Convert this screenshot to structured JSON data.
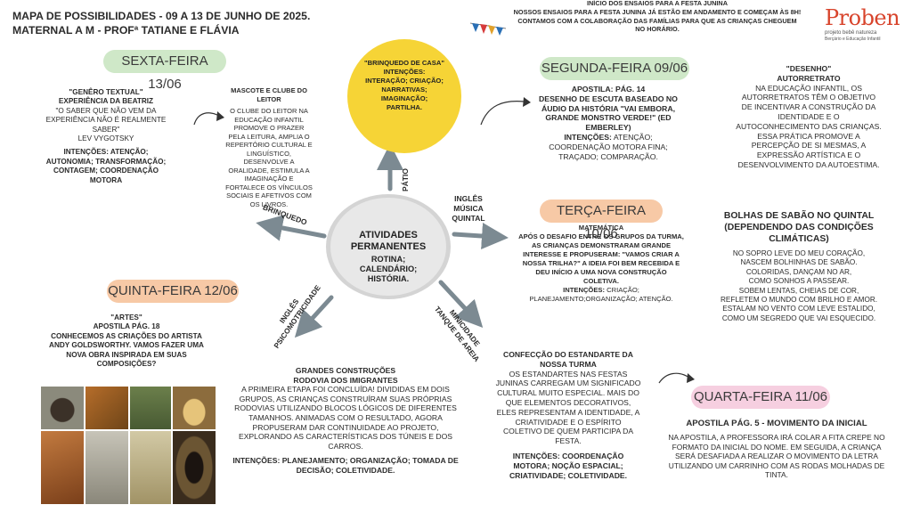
{
  "header": {
    "title_line1": "MAPA DE POSSIBILIDADES - 09 A 13 DE JUNHO DE 2025.",
    "title_line2": "MATERNAL A M - PROFª TATIANE E FLÁVIA",
    "notice_line1": "INÍCIO DOS ENSAIOS PARA A FESTA JUNINA",
    "notice_line2": "NOSSOS ENSAIOS PARA A FESTA JUNINA JÁ ESTÃO EM ANDAMENTO E COMEÇAM ÀS 8H!",
    "notice_line3": "CONTAMOS COM A COLABORAÇÃO DAS FAMÍLIAS PARA QUE AS CRIANÇAS CHEGUEM",
    "notice_line4": "NO HORÁRIO.",
    "logo_text": "Proben",
    "logo_sub1": "projeto bebê natureza",
    "logo_sub2": "Berçário e Educação Infantil"
  },
  "center": {
    "title": "ATIVIDADES PERMANENTES",
    "sub": "ROTINA; CALENDÁRIO; HISTÓRIA.",
    "labels": {
      "patio": "PÁTIO",
      "brinquedo": "BRINQUEDO",
      "ingles_quintal_1": "INGLÊS",
      "ingles_quintal_2": "MÚSICA",
      "ingles_quintal_3": "QUINTAL",
      "minicidade_1": "MINICIDADE",
      "minicidade_2": "TANQUE DE AREIA",
      "psico_1": "INGLÊS",
      "psico_2": "PSICOMOTRICIDADE"
    }
  },
  "yellow_circle": {
    "title": "\"BRINQUEDO DE CASA\"",
    "l1": "INTENÇÕES:",
    "l2": "INTERAÇÃO; CRIAÇÃO;",
    "l3": "NARRATIVAS;",
    "l4": "IMAGINAÇÃO;",
    "l5": "PARTILHA."
  },
  "friday": {
    "pill": "SEXTA-FEIRA 13/06",
    "genre_title": "\"GENÊRO TEXTUAL\"",
    "genre_sub": "EXPERIÊNCIA DA BEATRIZ",
    "quote": "\"O SABER QUE NÃO VEM DA EXPERIÊNCIA NÃO É REALMENTE SABER\"",
    "author": "LEV VYGOTSKY",
    "intentions": "INTENÇÕES: ATENÇÃO; AUTONOMIA; TRANSFORMAÇÃO; CONTAGEM; COORDENAÇÃO MOTORA",
    "club_title": "MASCOTE E CLUBE DO LEITOR",
    "club_text": "O CLUBE DO LEITOR NA EDUCAÇÃO INFANTIL PROMOVE O PRAZER PELA LEITURA, AMPLIA O REPERTÓRIO CULTURAL E LINGUÍSTICO, DESENVOLVE A ORALIDADE, ESTIMULA A IMAGINAÇÃO E FORTALECE OS VÍNCULOS SOCIAIS E AFETIVOS COM OS LIVROS."
  },
  "thursday": {
    "pill": "QUINTA-FEIRA 12/06",
    "arts_title": "\"ARTES\"",
    "arts_sub": "APOSTILA PÁG. 18",
    "arts_text": "CONHECEMOS AS CRIAÇÕES DO ARTISTA ANDY GOLDSWORTHY. VAMOS FAZER UMA NOVA OBRA INSPIRADA EM SUAS COMPOSIÇÕES?",
    "build_title": "GRANDES CONSTRUÇÕES",
    "build_sub": "RODOVIA DOS IMIGRANTES",
    "build_text": "A PRIMEIRA ETAPA FOI CONCLUÍDA! DIVIDIDAS EM DOIS GRUPOS, AS CRIANÇAS CONSTRUÍRAM SUAS PRÓPRIAS RODOVIAS UTILIZANDO BLOCOS LÓGICOS DE DIFERENTES TAMANHOS. ANIMADAS COM O RESULTADO, AGORA PROPUSERAM DAR CONTINUIDADE AO PROJETO, EXPLORANDO AS CARACTERÍSTICAS DOS TÚNEIS E DOS CARROS.",
    "build_intentions": "INTENÇÕES: PLANEJAMENTO; ORGANIZAÇÃO; TOMADA DE DECISÃO; COLETIVIDADE."
  },
  "monday": {
    "pill": "SEGUNDA-FEIRA 09/06",
    "apostila": "APOSTILA: PÁG. 14",
    "title": "DESENHO DE ESCUTA BASEADO NO ÁUDIO DA HISTÓRIA \"VAI EMBORA, GRANDE MONSTRO VERDE!\" (ED EMBERLEY)",
    "intentions_label": "INTENÇÕES:",
    "intentions": "ATENÇÃO; COORDENAÇÃO MOTORA FINA; TRAÇADO; COMPARAÇÃO.",
    "drawing_title": "\"DESENHO\"",
    "drawing_sub": "AUTORRETRATO",
    "drawing_text": "NA EDUCAÇÃO INFANTIL, OS AUTORRETRATOS TÊM O OBJETIVO DE INCENTIVAR A CONSTRUÇÃO DA IDENTIDADE E O AUTOCONHECIMENTO DAS CRIANÇAS. ESSA PRÁTICA PROMOVE A PERCEPÇÃO DE SI MESMAS, A EXPRESSÃO ARTÍSTICA E O DESENVOLVIMENTO DA AUTOESTIMA."
  },
  "tuesday": {
    "pill": "TERÇA-FEIRA 10/06",
    "math_title": "MATEMÁTICA",
    "math_text": "APÓS O DESAFIO ENTRE OS GRUPOS DA TURMA, AS CRIANÇAS DEMONSTRARAM GRANDE INTERESSE E PROPUSERAM: \"VAMOS CRIAR A NOSSA TRILHA?\" A IDEIA FOI BEM RECEBIDA E DEU INÍCIO A UMA NOVA CONSTRUÇÃO COLETIVA.",
    "math_intentions_label": "INTENÇÕES:",
    "math_intentions": "CRIAÇÃO; PLANEJAMENTO;ORGANIZAÇÃO; ATENÇÃO.",
    "bubbles_title": "BOLHAS DE SABÃO NO QUINTAL (DEPENDENDO DAS CONDIÇÕES CLIMÁTICAS)",
    "poem": [
      "NO SOPRO LEVE DO MEU CORAÇÃO,",
      "NASCEM BOLHINHAS DE SABÃO.",
      "COLORIDAS, DANÇAM NO AR,",
      "COMO SONHOS A PASSEAR.",
      "SOBEM LENTAS, CHEIAS DE COR,",
      "REFLETEM O MUNDO COM BRILHO E AMOR.",
      "ESTALAM NO VENTO COM LEVE ESTALIDO,",
      "COMO UM SEGREDO QUE VAI ESQUECIDO."
    ]
  },
  "wednesday": {
    "pill": "QUARTA-FEIRA  11/06",
    "banner_title": "CONFECÇÃO DO ESTANDARTE DA NOSSA TURMA",
    "banner_text": "OS ESTANDARTES NAS FESTAS JUNINAS CARREGAM UM SIGNIFICADO CULTURAL MUITO ESPECIAL. MAIS DO QUE ELEMENTOS DECORATIVOS, ELES REPRESENTAM A IDENTIDADE, A CRIATIVIDADE E O ESPÍRITO COLETIVO DE QUEM PARTICIPA DA FESTA.",
    "banner_intentions": "INTENÇÕES: COORDENAÇÃO MOTORA; NOÇÃO ESPACIAL; CRIATIVIDADE; COLETIVIDADE.",
    "apostila_title": "APOSTILA PÁG. 5 - MOVIMENTO DA INICIAL",
    "apostila_text": "NA APOSTILA, A PROFESSORA IRÁ COLAR A FITA CREPE NO FORMATO DA INICIAL DO NOME. EM SEGUIDA, A CRIANÇA SERÁ DESAFIADA A REALIZAR O MOVIMENTO DA LETRA UTILIZANDO UM CARRINHO COM AS RODAS MOLHADAS DE TINTA."
  },
  "colors": {
    "green_pill": "#cfe8c8",
    "orange_pill": "#f7c9a6",
    "pink_pill": "#f6cfe0",
    "yellow_circle": "#f6d436",
    "center_circle": "#d4d4d4",
    "arrow": "#7c8a92",
    "logo_red": "#d8442c"
  }
}
